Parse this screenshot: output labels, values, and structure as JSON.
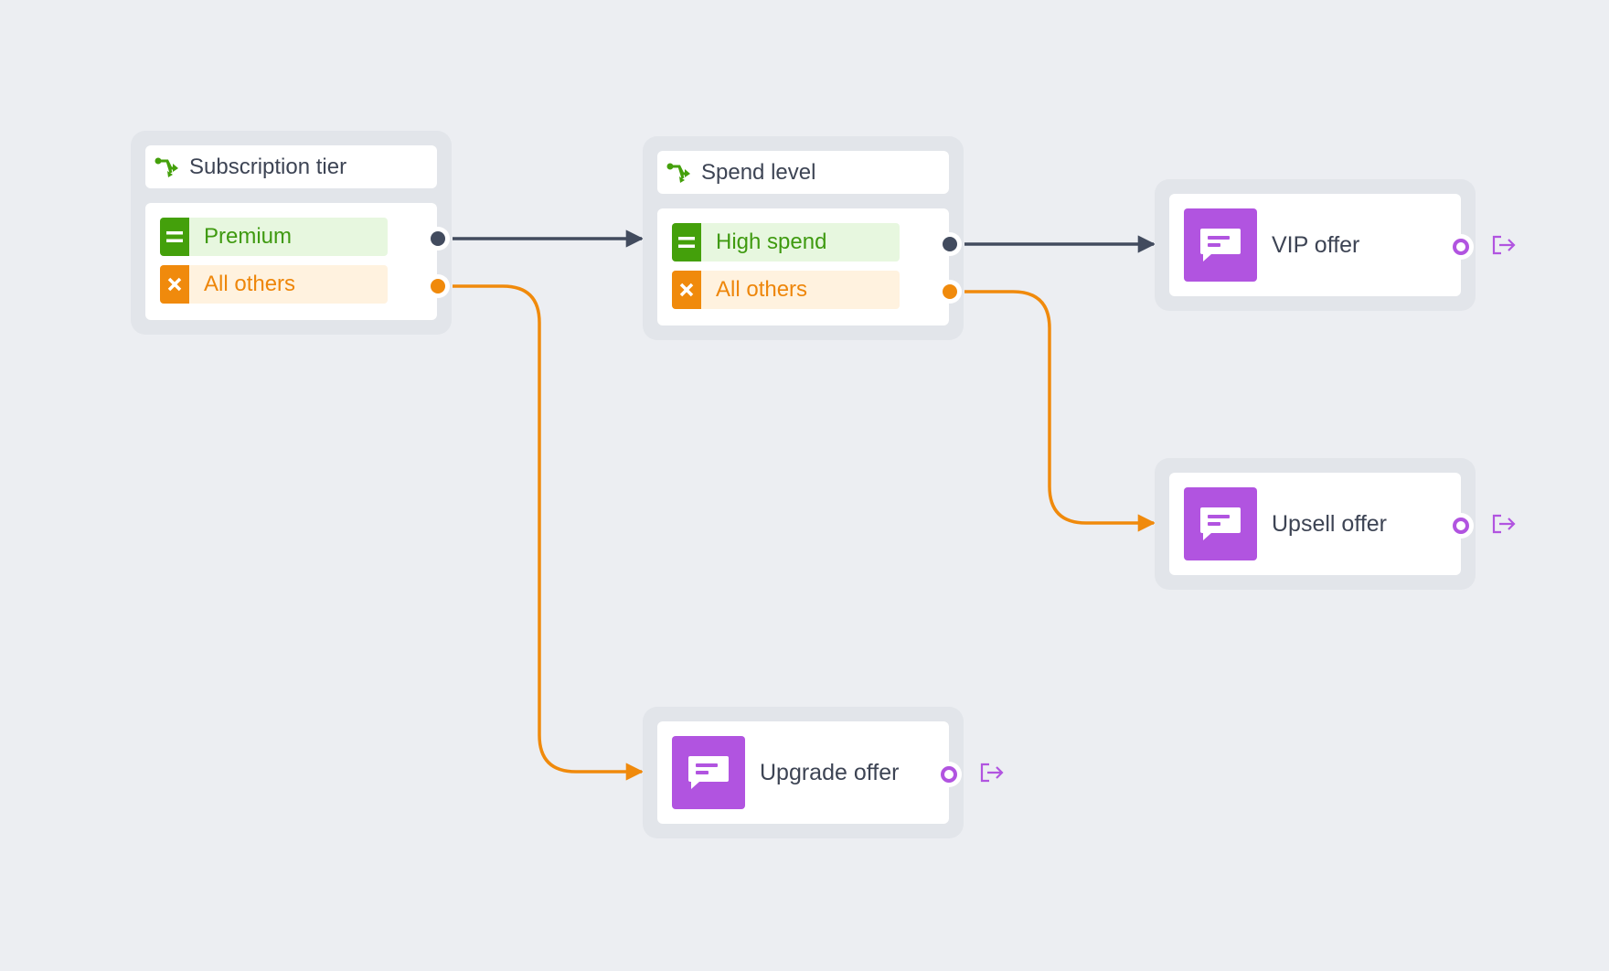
{
  "colors": {
    "canvas": "#eceef2",
    "node_frame": "#e2e5ea",
    "edge_default": "#424b5e",
    "edge_fallback": "#f08a0c",
    "match_green": "#44a00b",
    "fallback_orange": "#f08a0c",
    "message_purple": "#b154e0"
  },
  "nodes": {
    "subscription": {
      "title": "Subscription tier",
      "icon": "branch-icon",
      "rules": [
        {
          "label": "Premium",
          "kind": "match",
          "icon": "equals-icon"
        },
        {
          "label": "All others",
          "kind": "fallback",
          "icon": "x-icon"
        }
      ]
    },
    "spend": {
      "title": "Spend level",
      "icon": "branch-icon",
      "rules": [
        {
          "label": "High spend",
          "kind": "match",
          "icon": "equals-icon"
        },
        {
          "label": "All others",
          "kind": "fallback",
          "icon": "x-icon"
        }
      ]
    },
    "vip": {
      "title": "VIP offer",
      "icon": "message-icon",
      "exit_icon": "exit-icon"
    },
    "upsell": {
      "title": "Upsell offer",
      "icon": "message-icon",
      "exit_icon": "exit-icon"
    },
    "upgrade": {
      "title": "Upgrade offer",
      "icon": "message-icon",
      "exit_icon": "exit-icon"
    }
  },
  "edges": [
    {
      "from": "Subscription tier / Premium",
      "to": "Spend level",
      "style": "default"
    },
    {
      "from": "Subscription tier / All others",
      "to": "Upgrade offer",
      "style": "fallback"
    },
    {
      "from": "Spend level / High spend",
      "to": "VIP offer",
      "style": "default"
    },
    {
      "from": "Spend level / All others",
      "to": "Upsell offer",
      "style": "fallback"
    }
  ]
}
